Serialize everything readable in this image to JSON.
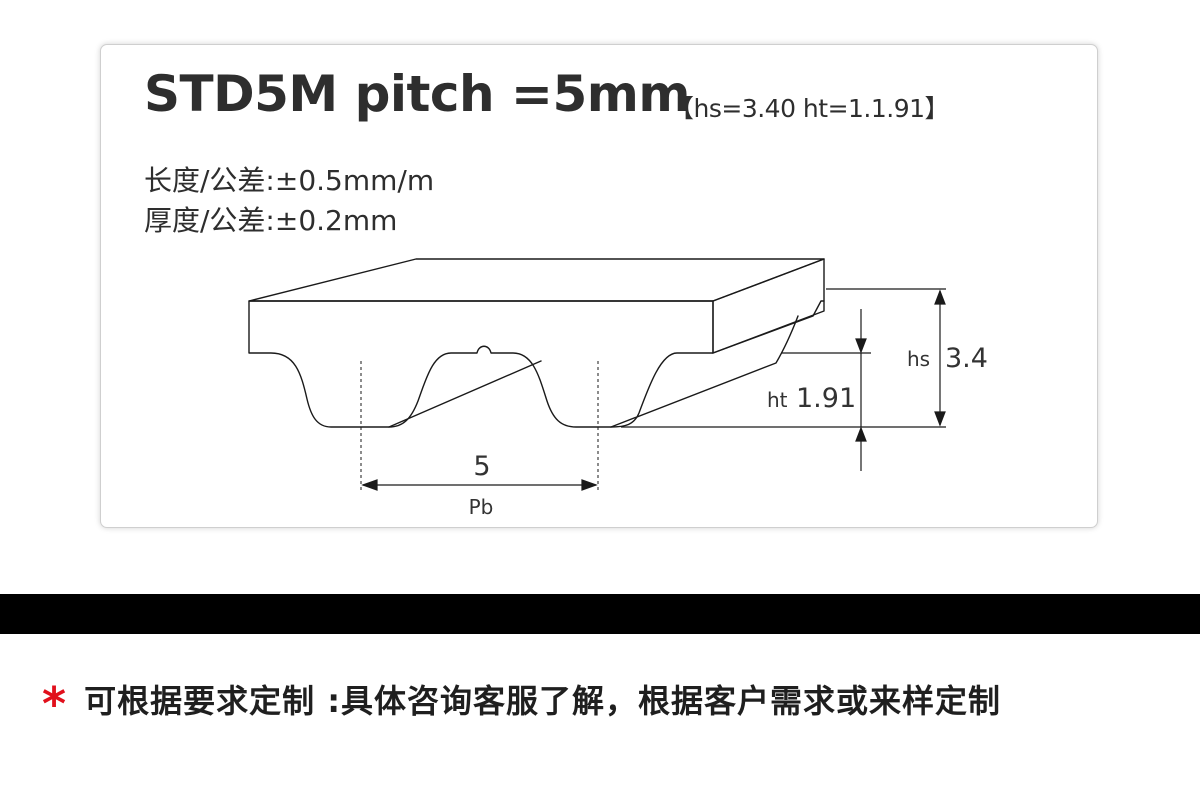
{
  "card": {
    "title": "STD5M pitch =5mm",
    "params": "【hs=3.40  ht=1.1.91】",
    "spec_length": "长度/公差:±0.5mm/m",
    "spec_thickness": "厚度/公差:±0.2mm"
  },
  "diagram": {
    "pitch_value": "5",
    "pitch_label": "Pb",
    "ht_label": "ht",
    "ht_value": "1.91",
    "hs_label": "hs",
    "hs_value": "3.4"
  },
  "note": {
    "star": "*",
    "text": "可根据要求定制 :具体咨询客服了解，根据客户需求或来样定制"
  },
  "colors": {
    "star": "#e1101c",
    "band": "#000000",
    "text": "#2e2e2e"
  }
}
